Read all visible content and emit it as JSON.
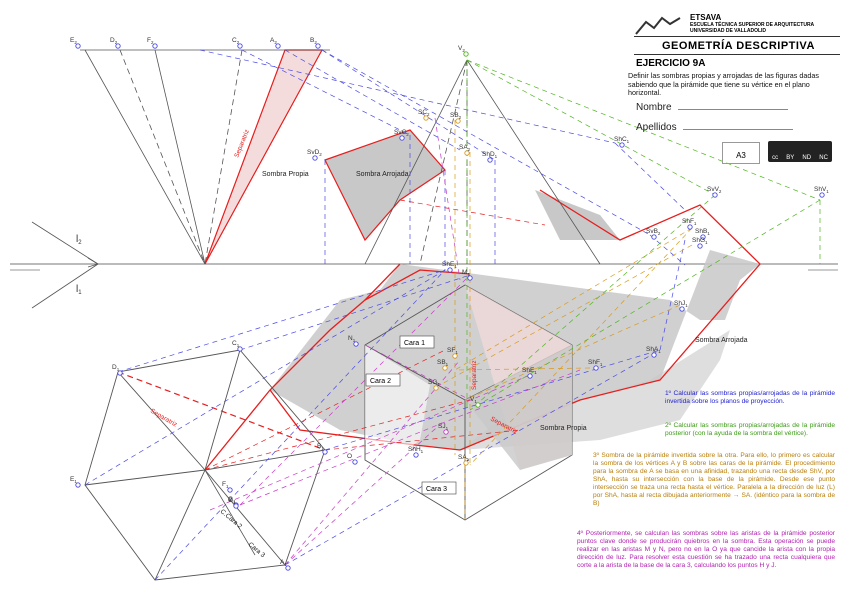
{
  "header": {
    "school_short": "ETSAVA",
    "school_line1": "ESCUELA TÉCNICA SUPERIOR DE ARQUITECTURA",
    "school_line2": "UNIVERSIDAD DE VALLADOLID",
    "course": "GEOMETRÍA DESCRIPTIVA",
    "exercise": "EJERCICIO 9A",
    "instructions": "Definir las sombras propias y arrojadas de las figuras dadas sabiendo que la pirámide que tiene su vértice en el plano horizontal.",
    "name_label": "Nombre",
    "surname_label": "Apellidos",
    "paper_size": "A3",
    "license": [
      "cc",
      "BY",
      "ND",
      "NC"
    ]
  },
  "labels": {
    "separatriz": "Separatriz",
    "sombra_propia": "Sombra Propia",
    "sombra_arrojada": "Sombra Arrojada",
    "cara1": "Cara 1",
    "cara2": "Cara 2",
    "cara3": "Cara 3",
    "caras_rot": "C.Cara 2",
    "l2": "l",
    "l1": "l"
  },
  "points_top": [
    {
      "n": "E",
      "s": "2"
    },
    {
      "n": "D",
      "s": "2"
    },
    {
      "n": "F",
      "s": "2"
    },
    {
      "n": "C",
      "s": "2"
    },
    {
      "n": "A",
      "s": "2"
    },
    {
      "n": "B",
      "s": "2"
    },
    {
      "n": "V",
      "s": "2"
    },
    {
      "n": "SC",
      "s": "2"
    },
    {
      "n": "SB",
      "s": "2"
    },
    {
      "n": "SvD",
      "s": "2"
    },
    {
      "n": "SvC",
      "s": "2"
    },
    {
      "n": "SA",
      "s": "2"
    },
    {
      "n": "ShD",
      "s": "1"
    },
    {
      "n": "ShC",
      "s": "1"
    },
    {
      "n": "SvV",
      "s": "2"
    },
    {
      "n": "ShV",
      "s": "1"
    },
    {
      "n": "ShF",
      "s": "1"
    },
    {
      "n": "SvB",
      "s": "2"
    },
    {
      "n": "ShB",
      "s": "1"
    },
    {
      "n": "ShG",
      "s": "1"
    }
  ],
  "points_bottom": [
    {
      "n": "ShE",
      "s": "1"
    },
    {
      "n": "M",
      "s": "1"
    },
    {
      "n": "N",
      "s": "1"
    },
    {
      "n": "ShJ",
      "s": "1"
    },
    {
      "n": "SF",
      "s": "1"
    },
    {
      "n": "SB",
      "s": "1"
    },
    {
      "n": "SG",
      "s": "1"
    },
    {
      "n": "V",
      "s": "1"
    },
    {
      "n": "ShE",
      "s": "1"
    },
    {
      "n": "SJ",
      "s": "1"
    },
    {
      "n": "ShH",
      "s": "1"
    },
    {
      "n": "SA",
      "s": "1"
    },
    {
      "n": "ShA",
      "s": "1"
    },
    {
      "n": "ShF",
      "s": "1"
    },
    {
      "n": "C",
      "s": "1"
    },
    {
      "n": "D",
      "s": "1"
    },
    {
      "n": "E",
      "s": "1"
    },
    {
      "n": "B",
      "s": "1"
    },
    {
      "n": "F",
      "s": "1"
    },
    {
      "n": "A",
      "s": "1"
    },
    {
      "n": "G",
      "s": "1"
    },
    {
      "n": "G",
      "s": "1"
    },
    {
      "n": "O",
      "s": ""
    }
  ],
  "notes": {
    "n1": "1º Calcular las sombras propias/arrojadas de la pirámide invertida sobre los planos de proyección.",
    "n2": "2º Calcular las sombras propias/arrojadas de la pirámide posterior (con la ayuda de la sombra del vértice).",
    "n3": "3º Sombra de la pirámide invertida sobre la otra. Para ello, lo primero es calcular la sombra de los vértices A y B sobre las caras de la pirámide. El procedimiento para la sombra de A se basa en una afinidad, trazando una recta desde ShV, por ShA, hasta su intersección con la base de la pirámide. Desde ese punto intersección se traza una recta hasta el vértice. Paralela a la dirección de luz (L) por ShA, hasta al recta dibujada anteriormente → SA. (idéntico para la sombra de B)",
    "n4": "4º Posteriormente, se calculan las sombras sobre las aristas de la pirámide posterior puntos clave donde se producirán quiebros en la sombra. Esta operación se puede realizar en las aristas M y N, pero no en la O ya que cancide la arista con la propia dirección de luz. Para resolver esta cuestión se ha trazado una recta cualquiera que corte a la arista de la base de la cara 3, calculando los puntos H y J."
  },
  "colors": {
    "blue": "#4a4ae6",
    "red": "#e61e1e",
    "purple": "#c83cc8",
    "orange": "#d79b1e",
    "green": "#50b41e",
    "shadow": "#c8c8c8",
    "pink": "#f5dcdc"
  }
}
